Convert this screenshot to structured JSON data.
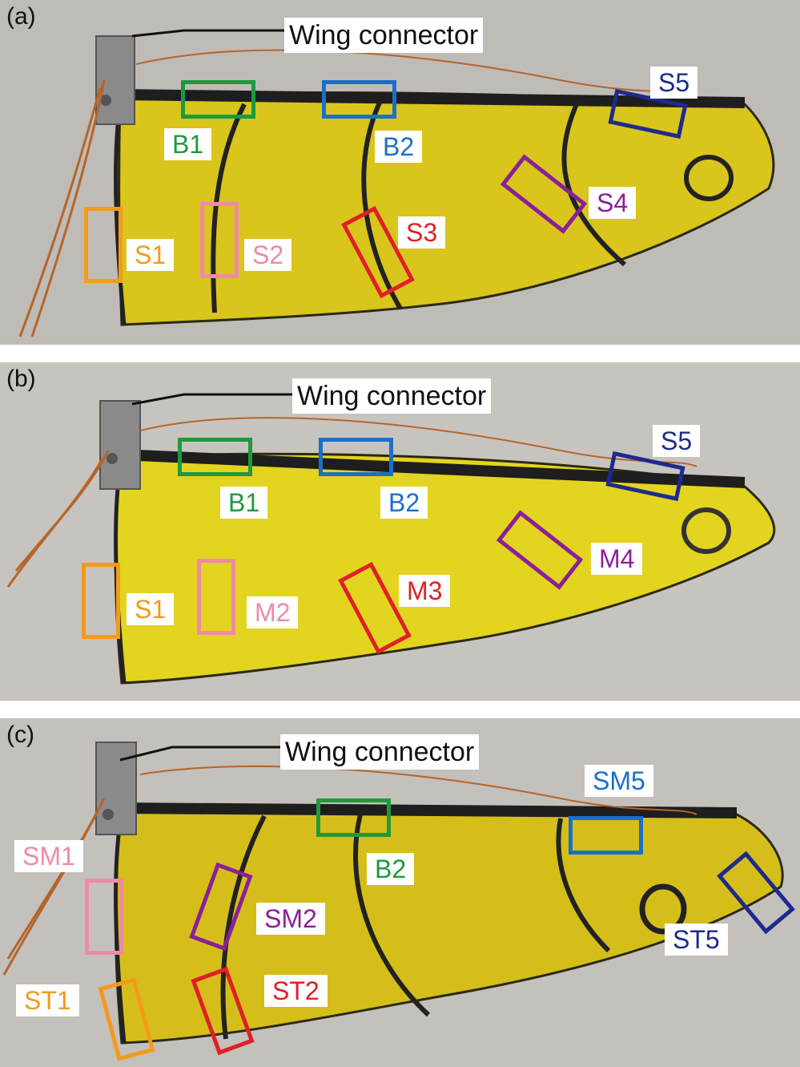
{
  "colors": {
    "B1": "#1e9a3c",
    "B2a": "#1b6fc8",
    "B2c": "#1e9a3c",
    "S1": "#f39a1a",
    "S2": "#ef8aa6",
    "S3": "#e11f26",
    "S4": "#8b1f98",
    "S5": "#1e2a8c",
    "SM1": "#ef8aa6",
    "SM2": "#8b1f98",
    "SM5": "#1b6fc8",
    "ST1": "#f39a1a",
    "ST2": "#e11f26",
    "ST5": "#1e2a8c"
  },
  "panels": [
    {
      "id": "a",
      "label": "(a)",
      "connector": "Wing connector",
      "tags": [
        "B1",
        "B2",
        "S1",
        "S2",
        "S3",
        "S4",
        "S5"
      ]
    },
    {
      "id": "b",
      "label": "(b)",
      "connector": "Wing connector",
      "tags": [
        "B1",
        "B2",
        "S1",
        "M2",
        "M3",
        "M4",
        "S5"
      ]
    },
    {
      "id": "c",
      "label": "(c)",
      "connector": "Wing connector",
      "tags": [
        "SM1",
        "B2",
        "SM2",
        "SM5",
        "ST1",
        "ST2",
        "ST5"
      ]
    }
  ]
}
